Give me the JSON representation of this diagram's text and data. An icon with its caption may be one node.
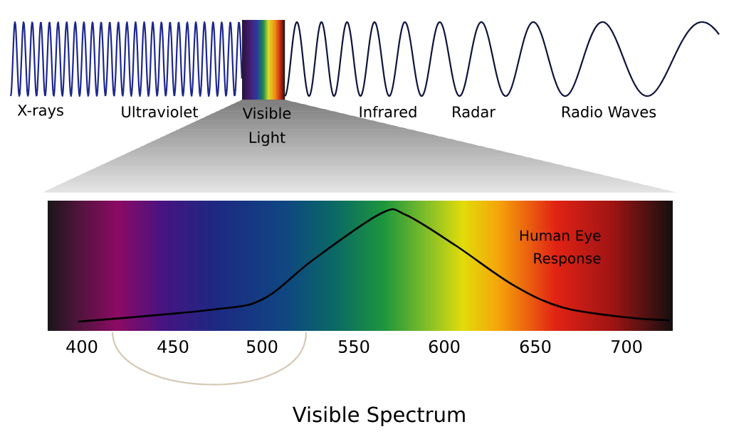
{
  "diagram": {
    "title": "Visible Spectrum",
    "labels": [
      "X-rays",
      "Ultraviolet",
      "Visible Light",
      "Infrared",
      "Radar",
      "Radio Waves",
      "Human Eye Response",
      "400",
      "450",
      "500",
      "550",
      "600",
      "650",
      "700"
    ]
  }
}
